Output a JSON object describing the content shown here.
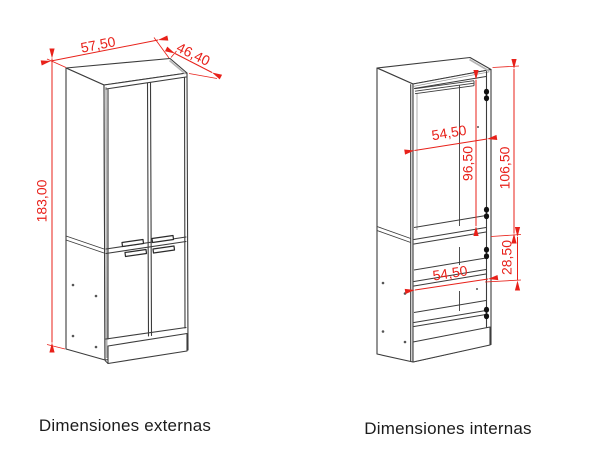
{
  "diagram": {
    "left": {
      "caption": "Dimensiones externas",
      "dims": {
        "width": "57,50",
        "depth": "46,40",
        "height": "183,00"
      }
    },
    "right": {
      "caption": "Dimensiones internas",
      "dims": {
        "upper_width": "54,50",
        "hang_height": "96,50",
        "inner_height": "106,50",
        "shelf_gap": "28,50",
        "lower_width": "54,50"
      }
    },
    "colors": {
      "dimension_red": "#e8211a",
      "line_dark": "#3c3c3c"
    }
  }
}
